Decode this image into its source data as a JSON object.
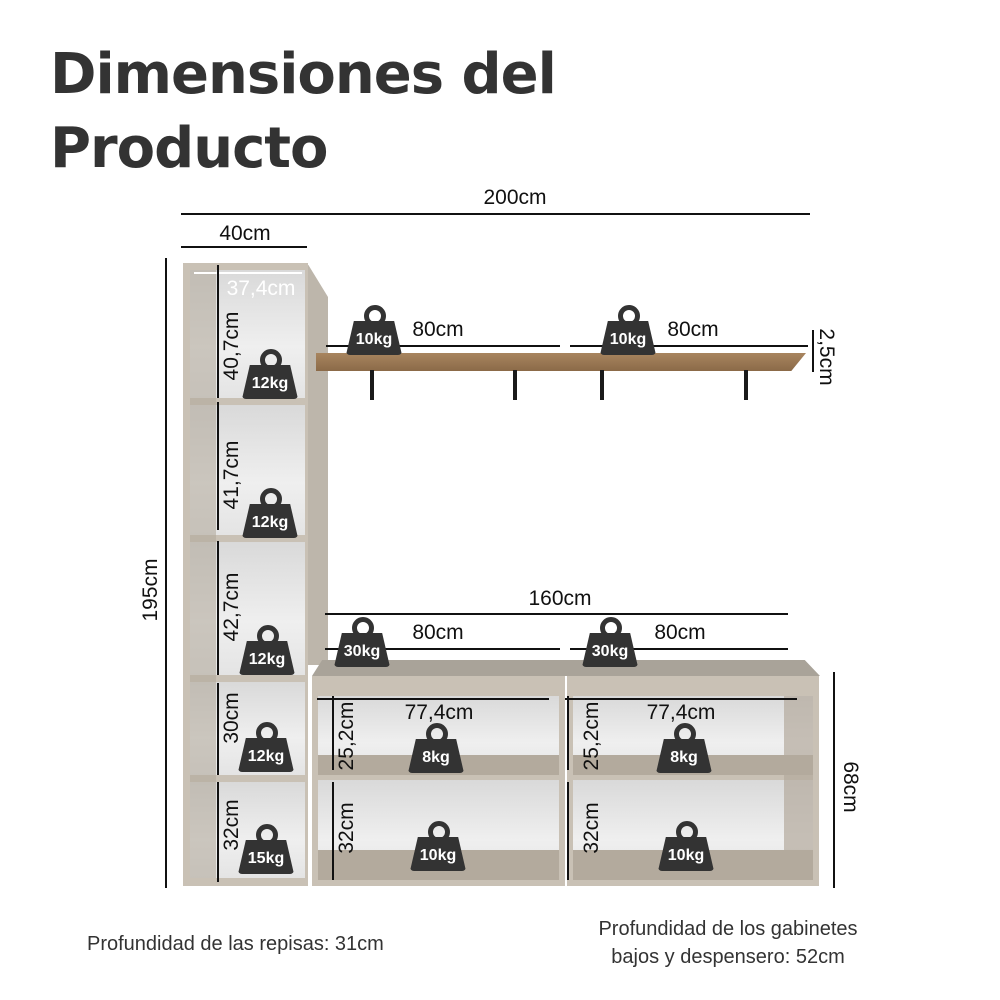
{
  "title": "Dimensiones del Producto",
  "dimensions": {
    "total_width": "200cm",
    "tower_width": "40cm",
    "tower_inner_width": "37,4cm",
    "total_height": "195cm",
    "tower_compartments": [
      "40,7cm",
      "41,7cm",
      "42,7cm",
      "30cm",
      "32cm"
    ],
    "wall_shelf_lengths": [
      "80cm",
      "80cm"
    ],
    "wall_shelf_thickness": "2,5cm",
    "cabinet_top_width": "160cm",
    "cabinet_top_sections": [
      "80cm",
      "80cm"
    ],
    "cabinet_inner_widths": [
      "77,4cm",
      "77,4cm"
    ],
    "cabinet_upper_heights": [
      "25,2cm",
      "25,2cm"
    ],
    "cabinet_lower_heights": [
      "32cm",
      "32cm"
    ],
    "cabinet_height": "68cm"
  },
  "weights": {
    "tower": [
      "12kg",
      "12kg",
      "12kg",
      "12kg",
      "15kg"
    ],
    "wall_shelves": [
      "10kg",
      "10kg"
    ],
    "cabinet_top": [
      "30kg",
      "30kg"
    ],
    "cabinet_upper": [
      "8kg",
      "8kg"
    ],
    "cabinet_lower": [
      "10kg",
      "10kg"
    ]
  },
  "footer": {
    "shelf_depth": "Profundidad de las repisas: 31cm",
    "cabinet_depth_line1": "Profundidad de los gabinetes",
    "cabinet_depth_line2": "bajos y despensero: 52cm"
  },
  "colors": {
    "text": "#333333",
    "cabinet": "#c9c1b5",
    "wood": "#9a7852",
    "weight_icon": "#333333"
  }
}
